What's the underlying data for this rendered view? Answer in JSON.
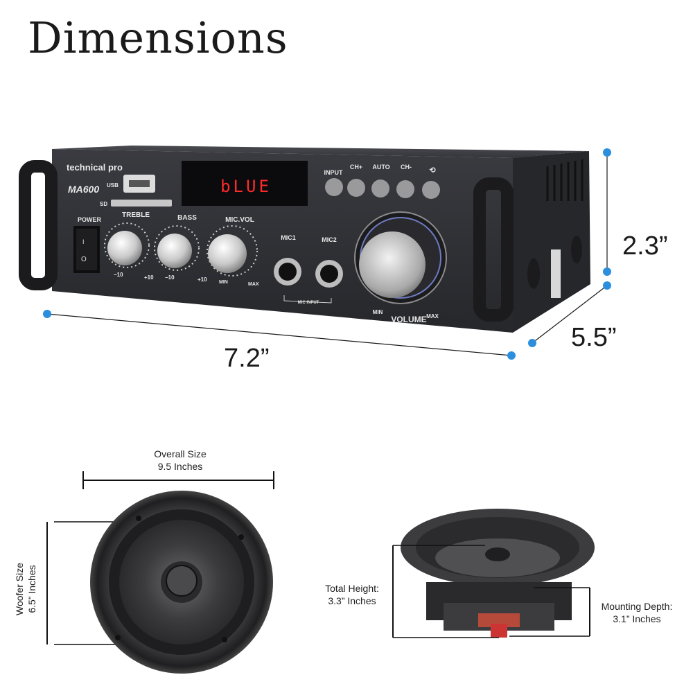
{
  "title": "Dimensions",
  "amplifier": {
    "brand": "technical pro",
    "model": "MA600",
    "display": "bLUE",
    "usb_label": "USB",
    "sd_label": "SD",
    "power_label": "POWER",
    "knobs": [
      {
        "label": "TREBLE",
        "min": "−10",
        "max": "+10"
      },
      {
        "label": "BASS",
        "min": "−10",
        "max": "+10"
      },
      {
        "label": "MIC.VOL",
        "min": "MIN",
        "max": "MAX"
      }
    ],
    "buttons": [
      "INPUT",
      "CH+",
      "AUTO",
      "CH-",
      ""
    ],
    "mic1": "MIC1",
    "mic2": "MIC2",
    "mic_input": "MIC INPUT",
    "volume": "VOLUME",
    "vol_min": "MIN",
    "vol_max": "MAX",
    "width": "7.2”",
    "depth": "5.5”",
    "height": "2.3”"
  },
  "speaker": {
    "overall_size_line1": "Overall Size",
    "overall_size_line2": "9.5 Inches",
    "woofer_size_line1": "Woofer Size",
    "woofer_size_line2": "6.5” Inches",
    "total_height_line1": "Total Height:",
    "total_height_line2": "3.3” Inches",
    "mounting_depth_line1": "Mounting Depth:",
    "mounting_depth_line2": "3.1” Inches"
  },
  "colors": {
    "accent_dot": "#2b8fde",
    "amp_body": "#2e2f33",
    "display_red": "#ff2a2a"
  }
}
